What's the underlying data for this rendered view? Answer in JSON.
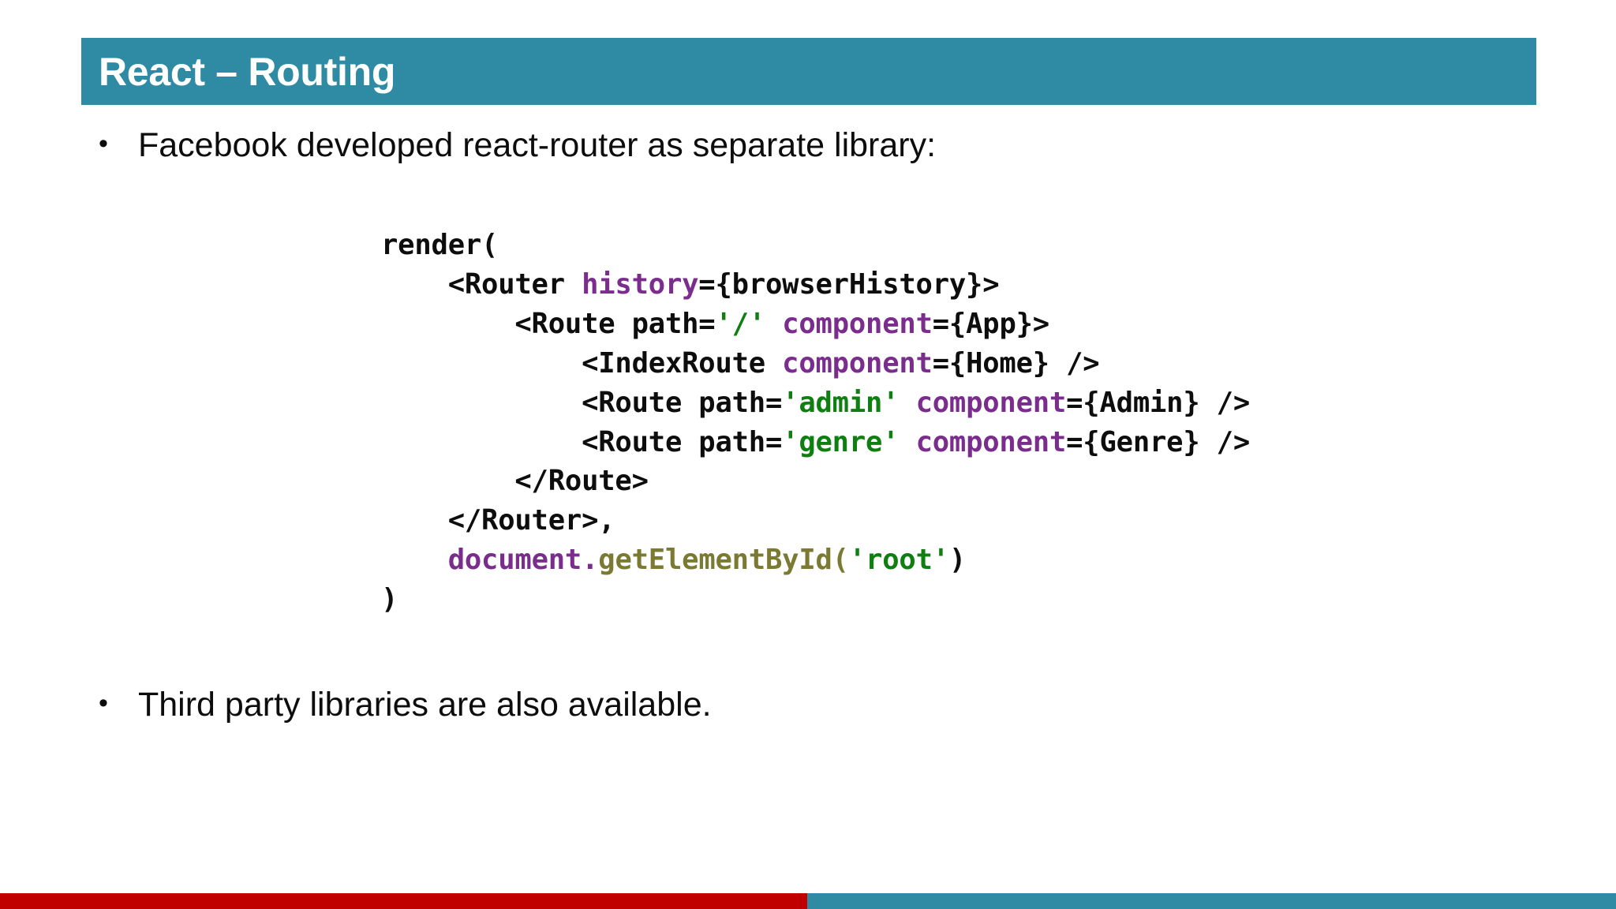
{
  "slide": {
    "title": "React – Routing",
    "accent_teal": "#2E8BA3",
    "accent_red": "#C00000",
    "background": "#FFFFFF"
  },
  "bullets": [
    {
      "marker": "•",
      "text": "Facebook developed react-router as separate library:"
    },
    {
      "marker": "•",
      "text": "Third party libraries are also available."
    }
  ],
  "code": {
    "language": "jsx",
    "colors": {
      "plain": "#0D0D0D",
      "attribute": "#7B2D8E",
      "string": "#0F7F12",
      "function": "#7A7A33",
      "object": "#7B2D8E"
    },
    "full_text": "render(\n    <Router history={browserHistory}>\n        <Route path='/' component={App}>\n            <IndexRoute component={Home} />\n            <Route path='admin' component={Admin} />\n            <Route path='genre' component={Genre} />\n        </Route>\n    </Router>,\n    document.getElementById('root')\n)",
    "lines": [
      {
        "n": 1,
        "segments": [
          {
            "t": "render(",
            "c": "plain"
          }
        ]
      },
      {
        "n": 2,
        "segments": [
          {
            "t": "    <Router ",
            "c": "plain"
          },
          {
            "t": "history",
            "c": "attribute"
          },
          {
            "t": "={browserHistory}>",
            "c": "plain"
          }
        ]
      },
      {
        "n": 3,
        "segments": [
          {
            "t": "        <Route path=",
            "c": "plain"
          },
          {
            "t": "'/'",
            "c": "string"
          },
          {
            "t": " ",
            "c": "plain"
          },
          {
            "t": "component",
            "c": "attribute"
          },
          {
            "t": "={App}>",
            "c": "plain"
          }
        ]
      },
      {
        "n": 4,
        "segments": [
          {
            "t": "            <IndexRoute ",
            "c": "plain"
          },
          {
            "t": "component",
            "c": "attribute"
          },
          {
            "t": "={Home} />",
            "c": "plain"
          }
        ]
      },
      {
        "n": 5,
        "segments": [
          {
            "t": "            <Route path=",
            "c": "plain"
          },
          {
            "t": "'admin'",
            "c": "string"
          },
          {
            "t": " ",
            "c": "plain"
          },
          {
            "t": "component",
            "c": "attribute"
          },
          {
            "t": "={Admin} />",
            "c": "plain"
          }
        ]
      },
      {
        "n": 6,
        "segments": [
          {
            "t": "            <Route path=",
            "c": "plain"
          },
          {
            "t": "'genre'",
            "c": "string"
          },
          {
            "t": " ",
            "c": "plain"
          },
          {
            "t": "component",
            "c": "attribute"
          },
          {
            "t": "={Genre} />",
            "c": "plain"
          }
        ]
      },
      {
        "n": 7,
        "segments": [
          {
            "t": "        </Route>",
            "c": "plain"
          }
        ]
      },
      {
        "n": 8,
        "segments": [
          {
            "t": "    </Router>,",
            "c": "plain"
          }
        ]
      },
      {
        "n": 9,
        "segments": [
          {
            "t": "    ",
            "c": "plain"
          },
          {
            "t": "document",
            "c": "object"
          },
          {
            "t": ".",
            "c": "object"
          },
          {
            "t": "getElementById(",
            "c": "function"
          },
          {
            "t": "'root'",
            "c": "string"
          },
          {
            "t": ")",
            "c": "plain"
          }
        ]
      },
      {
        "n": 10,
        "segments": [
          {
            "t": ")",
            "c": "plain"
          }
        ]
      }
    ]
  },
  "footer": {
    "left_color": "#C00000",
    "right_color": "#2E8BA3"
  }
}
